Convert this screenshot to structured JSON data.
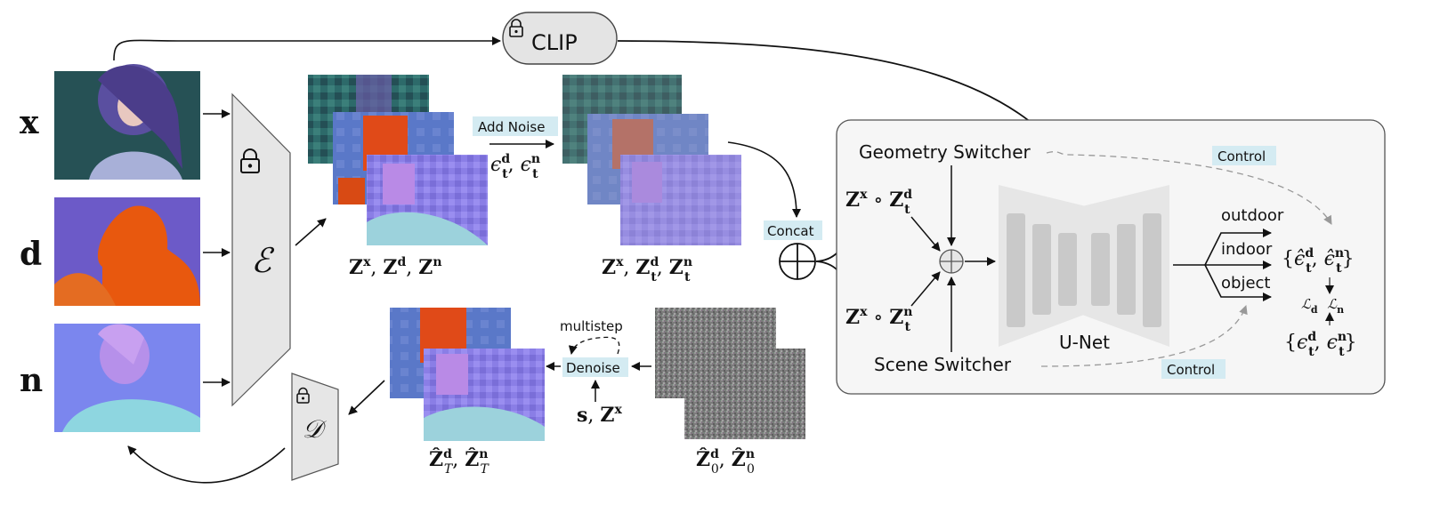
{
  "inputs": {
    "x_label": "x",
    "d_label": "d",
    "n_label": "n"
  },
  "clip": {
    "label": "CLIP",
    "icon": "lock-icon"
  },
  "encoder": {
    "symbol": "ℰ",
    "icon": "lock-icon"
  },
  "decoder": {
    "symbol": "𝒟",
    "icon": "lock-icon"
  },
  "latents": {
    "caption_html": "<tspan font-weight='bold'>Z</tspan><tspan dy='-9' font-size='14' font-weight='bold'>x</tspan><tspan dy='9'>, </tspan><tspan font-weight='bold'>Z</tspan><tspan dy='-9' font-size='14' font-weight='bold'>d</tspan><tspan dy='9'>, </tspan><tspan font-weight='bold'>Z</tspan><tspan dy='-9' font-size='14' font-weight='bold'>n</tspan>"
  },
  "add_noise": {
    "label": "Add Noise",
    "eps_html": "<tspan font-style='italic'>ϵ</tspan><tspan dy='-9' font-size='14' font-weight='bold'>d</tspan><tspan dx='-9' dy='17' font-size='14' font-weight='bold'>t</tspan><tspan dy='-8'>, </tspan><tspan font-style='italic'>ϵ</tspan><tspan dy='-9' font-size='14' font-weight='bold'>n</tspan><tspan dx='-9' dy='17' font-size='14' font-weight='bold'>t</tspan>"
  },
  "noisy_latents": {
    "caption_html": "<tspan font-weight='bold'>Z</tspan><tspan dy='-9' font-size='14' font-weight='bold'>x</tspan><tspan dy='9'>, </tspan><tspan font-weight='bold'>Z</tspan><tspan dy='-9' font-size='14' font-weight='bold'>d</tspan><tspan dx='-9' dy='17' font-size='14' font-weight='bold'>t</tspan><tspan dy='-8'>, </tspan><tspan font-weight='bold'>Z</tspan><tspan dy='-9' font-size='14' font-weight='bold'>n</tspan><tspan dx='-9' dy='17' font-size='14' font-weight='bold'>t</tspan>"
  },
  "concat": {
    "label": "Concat"
  },
  "panel": {
    "geometry_switcher": "Geometry Switcher",
    "scene_switcher": "Scene Switcher",
    "control_top": "Control",
    "control_bottom": "Control",
    "unet_label": "U-Net",
    "zd_html": "<tspan font-weight='bold'>Z</tspan><tspan dy='-9' font-size='14' font-weight='bold'>x</tspan><tspan dy='9'> ∘ </tspan><tspan font-weight='bold'>Z</tspan><tspan dy='-9' font-size='14' font-weight='bold'>d</tspan><tspan dx='-9' dy='17' font-size='14' font-weight='bold'>t</tspan>",
    "zn_html": "<tspan font-weight='bold'>Z</tspan><tspan dy='-9' font-size='14' font-weight='bold'>x</tspan><tspan dy='9'> ∘ </tspan><tspan font-weight='bold'>Z</tspan><tspan dy='-9' font-size='14' font-weight='bold'>n</tspan><tspan dx='-9' dy='17' font-size='14' font-weight='bold'>t</tspan>",
    "branches": [
      "outdoor",
      "indoor",
      "object"
    ],
    "eps_hat_html": "{<tspan font-style='italic'>ϵ̂</tspan><tspan dy='-9' font-size='14' font-weight='bold'>d</tspan><tspan dx='-9' dy='17' font-size='14' font-weight='bold'>t</tspan><tspan dy='-8'>, </tspan><tspan font-style='italic'>ϵ̂</tspan><tspan dy='-9' font-size='14' font-weight='bold'>n</tspan><tspan dx='-9' dy='17' font-size='14' font-weight='bold'>t</tspan><tspan dy='-8'>}</tspan>",
    "eps_html": "{<tspan font-style='italic'>ϵ</tspan><tspan dy='-9' font-size='14' font-weight='bold'>d</tspan><tspan dx='-9' dy='17' font-size='14' font-weight='bold'>t</tspan><tspan dy='-8'>, </tspan><tspan font-style='italic'>ϵ</tspan><tspan dy='-9' font-size='14' font-weight='bold'>n</tspan><tspan dx='-9' dy='17' font-size='14' font-weight='bold'>t</tspan><tspan dy='-8'>}</tspan>",
    "loss_html": "<tspan font-style='italic'>ℒ</tspan><tspan dy='5' font-size='11' font-weight='bold'>d</tspan><tspan dy='-5' dx='6'> </tspan><tspan font-style='italic'>ℒ</tspan><tspan dy='5' font-size='11' font-weight='bold'>n</tspan>"
  },
  "denoise": {
    "label": "Denoise",
    "multistep": "multistep",
    "cond_html": "<tspan font-weight='bold'>s</tspan><tspan>, </tspan><tspan font-weight='bold'>Z</tspan><tspan dy='-9' font-size='14' font-weight='bold'>x</tspan>"
  },
  "output_latents": {
    "caption_html": "<tspan font-weight='bold'>Ẑ</tspan><tspan dy='-9' font-size='14' font-weight='bold'>d</tspan><tspan dx='-9' dy='17' font-size='14' font-style='italic'>T</tspan><tspan dy='-8'>, </tspan><tspan font-weight='bold'>Ẑ</tspan><tspan dy='-9' font-size='14' font-weight='bold'>n</tspan><tspan dx='-9' dy='17' font-size='14' font-style='italic'>T</tspan>"
  },
  "noise_latents": {
    "caption_html": "<tspan font-weight='bold'>Ẑ</tspan><tspan dy='-9' font-size='14' font-weight='bold'>d</tspan><tspan dx='-9' dy='17' font-size='14'>0</tspan><tspan dy='-8'>, </tspan><tspan font-weight='bold'>Ẑ</tspan><tspan dy='-9' font-size='14' font-weight='bold'>n</tspan><tspan dx='-9' dy='17' font-size='14'>0</tspan>"
  },
  "colors": {
    "label_box": "#d4ebf2",
    "panel_bg": "#f6f6f6",
    "shape_gray": "#e8e8e8",
    "unet_block": "#c9c9c9",
    "rgb_bg": "#2e5a5a",
    "depth_bg": "#6a4fc4",
    "depth_fg": "#e85a10",
    "normal_bg": "#7a86ee",
    "normal_fg": "#b68ae8"
  }
}
